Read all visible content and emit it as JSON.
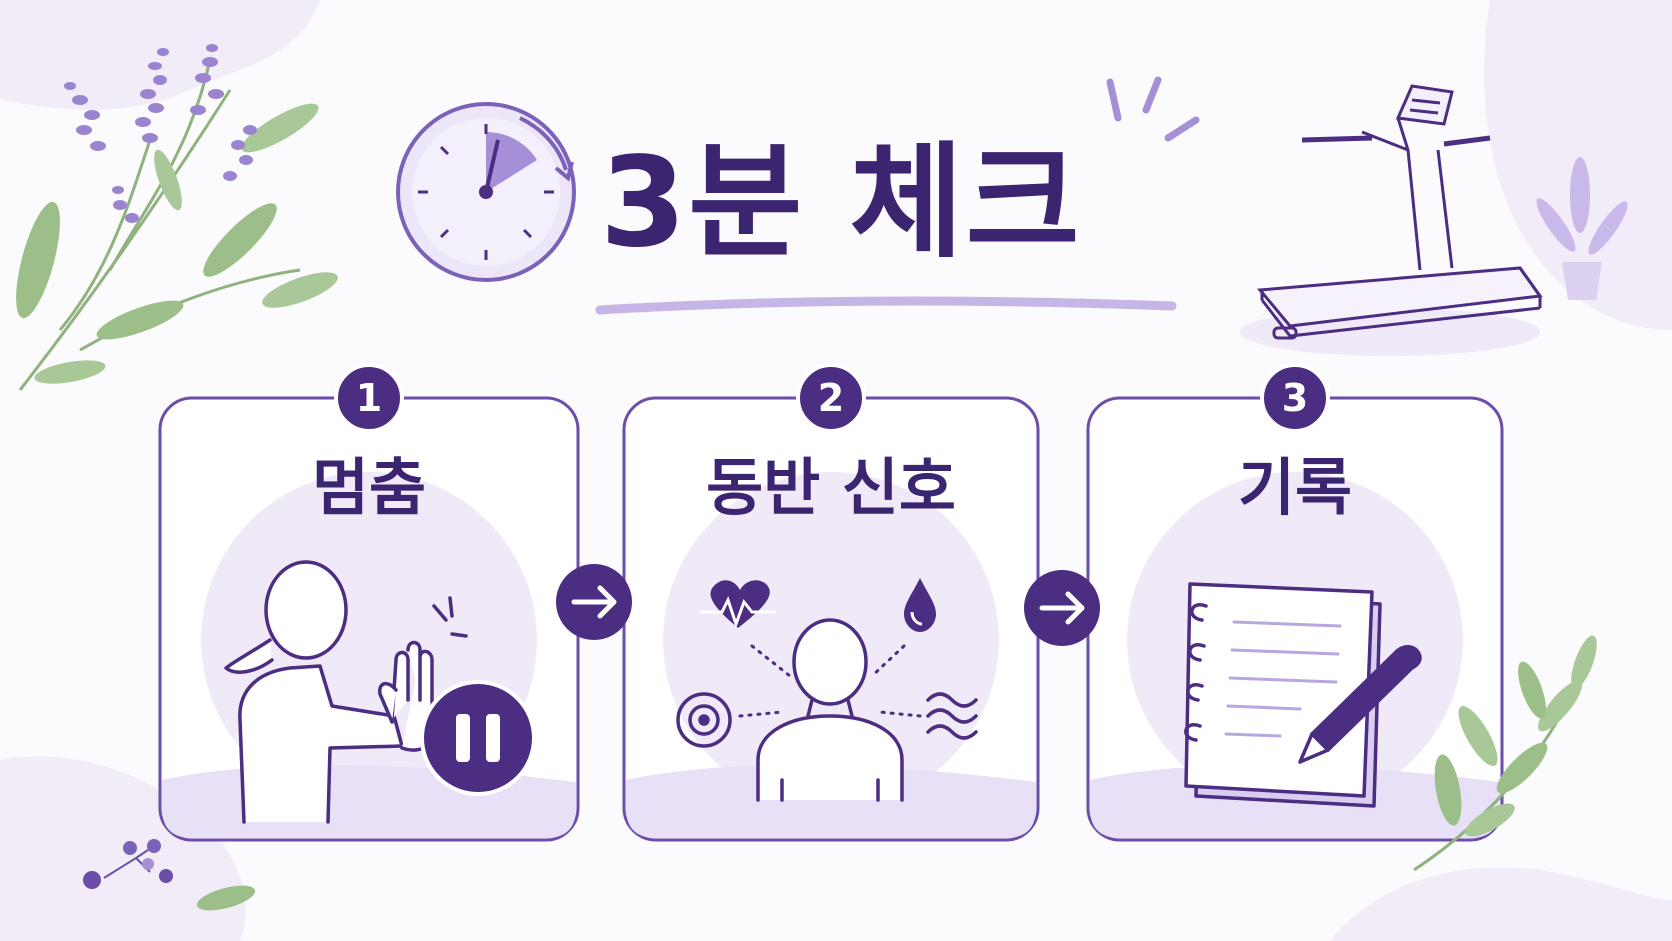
{
  "title": "3분 체크",
  "steps": [
    {
      "number": "1",
      "label": "멈춤",
      "icon": "pause-icon"
    },
    {
      "number": "2",
      "label": "동반 신호",
      "icon": "body-signals-icon"
    },
    {
      "number": "3",
      "label": "기록",
      "icon": "notebook-icon"
    }
  ],
  "connectors": [
    "arrow-right-icon",
    "arrow-right-icon"
  ],
  "colors": {
    "primary": "#4b2d82",
    "title": "#3b2470",
    "accent": "#a58fd6",
    "panel": "#efe9f8",
    "leaf": "#8fb27e",
    "background": "#fbfafc"
  }
}
